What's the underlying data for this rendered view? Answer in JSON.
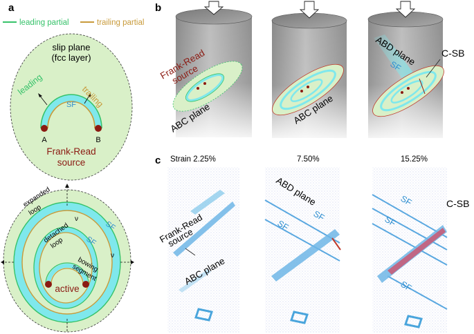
{
  "panel_a": {
    "label": "a",
    "legend": {
      "leading": "leading partial",
      "trailing": "trailing partial"
    },
    "top": {
      "title_line1": "slip plane",
      "title_line2": "(fcc layer)",
      "leading": "leading",
      "trailing": "trailing",
      "sf": "SF",
      "point_a": "A",
      "point_b": "B",
      "source_line1": "Frank-Read",
      "source_line2": "source"
    },
    "bottom": {
      "expanded_line1": "expanded",
      "expanded_line2": "loop",
      "nu_top": "ν",
      "nu_right": "ν",
      "sf_outer": "SF",
      "sf_inner": "SF",
      "detached_line1": "detached",
      "detached_line2": "loop",
      "bowing_line1": "bowing",
      "bowing_line2": "segment",
      "active": "active"
    }
  },
  "panel_b": {
    "label": "b",
    "c1": {
      "source_line1": "Frank-Read",
      "source_line2": "source",
      "plane": "ABC plane"
    },
    "c2": {
      "plane": "ABC plane"
    },
    "c3": {
      "abd": "ABD plane",
      "sf": "SF",
      "csb": "C-SB"
    }
  },
  "panel_c": {
    "label": "c",
    "s1": {
      "strain": "Strain  2.25%",
      "source_line1": "Frank-Read",
      "source_line2": "source",
      "plane": "ABC plane"
    },
    "s2": {
      "strain": "7.50%",
      "abd": "ABD plane",
      "sf1": "SF",
      "sf2": "SF"
    },
    "s3": {
      "strain": "15.25%",
      "csb": "C-SB",
      "sf1": "SF",
      "sf2": "SF",
      "sf3": "SF"
    }
  },
  "colors": {
    "leading": "#36c26a",
    "trailing": "#c89a3a",
    "sf_fill": "#7fe8ec",
    "slip_fill": "#d9f0c8",
    "dark_red": "#8b1a12",
    "sf_text": "#2f8fd0",
    "atoms": "#9aa8d8"
  }
}
